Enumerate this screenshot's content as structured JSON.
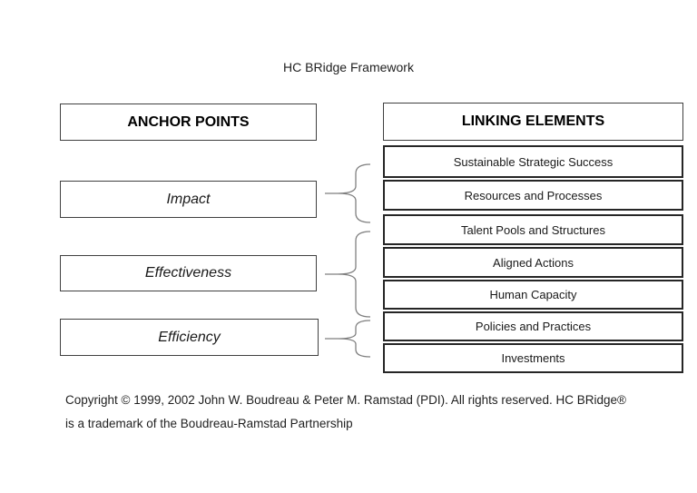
{
  "title": "HC BRidge Framework",
  "anchor": {
    "header": "ANCHOR POINTS",
    "items": [
      "Impact",
      "Effectiveness",
      "Efficiency"
    ]
  },
  "linking": {
    "header": "LINKING ELEMENTS",
    "items": [
      "Sustainable Strategic Success",
      "Resources and Processes",
      "Talent Pools and Structures",
      "Aligned Actions",
      "Human Capacity",
      "Policies and Practices",
      "Investments"
    ]
  },
  "footer": {
    "line1": "Copyright © 1999, 2002 John W. Boudreau & Peter M. Ramstad (PDI). All rights reserved. HC BRidge®",
    "line2": "is a trademark of the Boudreau-Ramstad Partnership"
  },
  "colors": {
    "background": "#ffffff",
    "box_border_dark": "#262626",
    "box_border_mid": "#404040",
    "brace_stroke": "#7f7f7f",
    "text": "#1a1a1a"
  }
}
